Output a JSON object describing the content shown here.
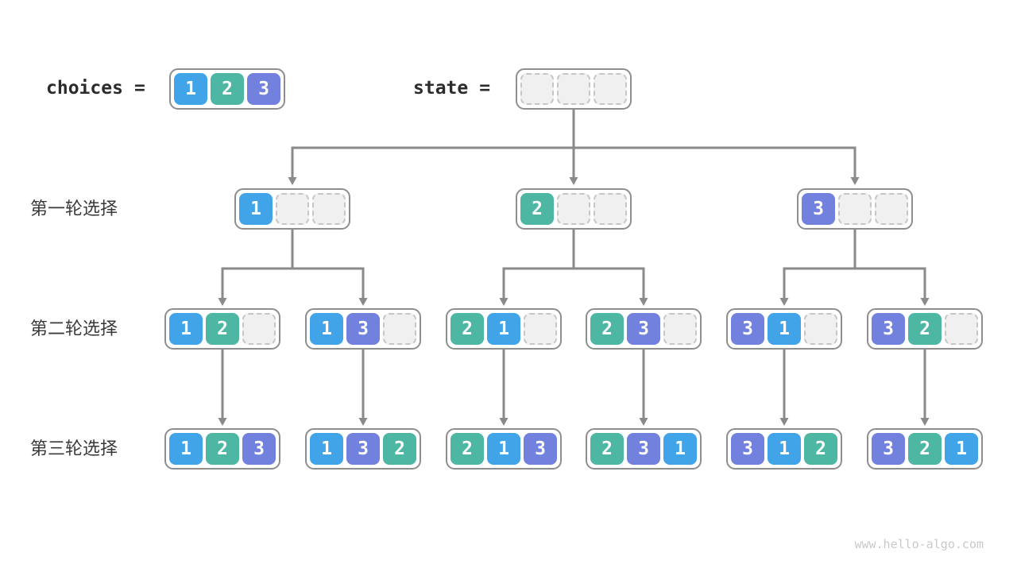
{
  "page": {
    "background": "#ffffff",
    "watermark": "www.hello-algo.com"
  },
  "palette": {
    "value1": "#41a4e8",
    "value2": "#4db7a4",
    "value3": "#7381de",
    "empty_fill": "#f0f0f0",
    "empty_border": "#c6c6c6",
    "container_border": "#8e8e8e",
    "arrow": "#8a8a8a",
    "label_text": "#3a3a3a"
  },
  "header": {
    "choices_label": "choices",
    "equals": "=",
    "choices_values": [
      1,
      2,
      3
    ],
    "state_label": "state",
    "state_values": [
      null,
      null,
      null
    ]
  },
  "rows": [
    {
      "label": "第一轮选择",
      "boxes": [
        [
          1,
          null,
          null
        ],
        [
          2,
          null,
          null
        ],
        [
          3,
          null,
          null
        ]
      ]
    },
    {
      "label": "第二轮选择",
      "boxes": [
        [
          1,
          2,
          null
        ],
        [
          1,
          3,
          null
        ],
        [
          2,
          1,
          null
        ],
        [
          2,
          3,
          null
        ],
        [
          3,
          1,
          null
        ],
        [
          3,
          2,
          null
        ]
      ]
    },
    {
      "label": "第三轮选择",
      "boxes": [
        [
          1,
          2,
          3
        ],
        [
          1,
          3,
          2
        ],
        [
          2,
          1,
          3
        ],
        [
          2,
          3,
          1
        ],
        [
          3,
          1,
          2
        ],
        [
          3,
          2,
          1
        ]
      ]
    }
  ]
}
